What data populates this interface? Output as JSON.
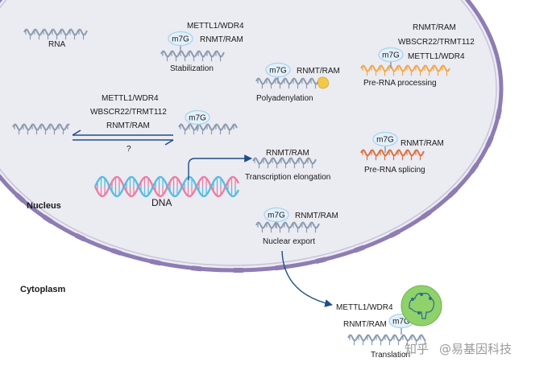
{
  "regions": {
    "nucleus": "Nucleus",
    "cytoplasm": "Cytoplasm"
  },
  "rna": {
    "label": "RNA"
  },
  "dna": {
    "label": "DNA"
  },
  "cap": "m7G",
  "enzymes": {
    "mettl1": "METTL1/WDR4",
    "wbscr22": "WBSCR22/TRMT112",
    "rnmt": "RNMT/RAM"
  },
  "reversible": {
    "unknown": "?"
  },
  "processes": {
    "stabilization": "Stabilization",
    "polyadenylation": "Polyadenylation",
    "pre_rna_processing": "Pre-RNA processing",
    "pre_rna_splicing": "Pre-RNA splicing",
    "transcription_elongation": "Transcription elongation",
    "nuclear_export": "Nuclear export",
    "translation": "Translation"
  },
  "watermark": {
    "site": "知乎",
    "account": "@易基因科技"
  },
  "colors": {
    "nucleus_fill": "#ebebf2",
    "nuclear_envelope": "#8e7cb4",
    "rna_strand": "#8a9bb0",
    "orange_rna": "#f2a64a",
    "red_rna": "#e0703e",
    "cap_fill": "#e3f1fb",
    "cap_stroke": "#a9d3ee",
    "dna_pink": "#ea7fa4",
    "dna_blue": "#5bbce0",
    "arrow": "#1f4e87",
    "ribosome": "#8fd16b"
  }
}
